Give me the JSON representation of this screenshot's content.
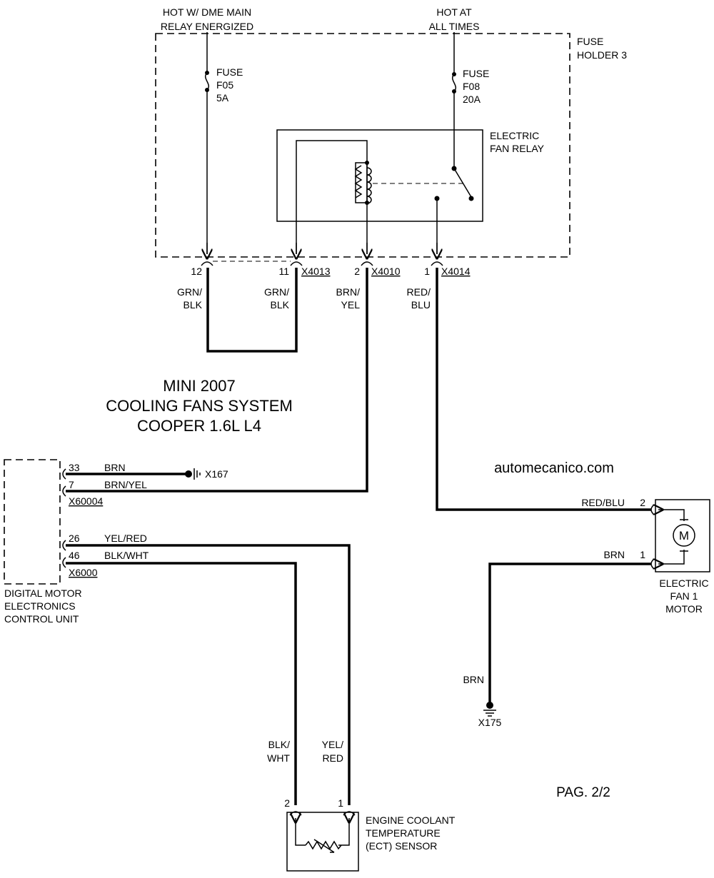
{
  "diagram": {
    "title_lines": [
      "MINI 2007",
      "COOLING FANS SYSTEM",
      "COOPER 1.6L L4"
    ],
    "website": "automecanico.com",
    "page_label": "PAG. 2/2",
    "power_left": [
      "HOT W/ DME MAIN",
      "RELAY ENERGIZED"
    ],
    "power_right": [
      "HOT AT",
      "ALL TIMES"
    ],
    "fuse_holder": [
      "FUSE",
      "HOLDER 3"
    ],
    "fuse_f05": [
      "FUSE",
      "F05",
      "5A"
    ],
    "fuse_f08": [
      "FUSE",
      "F08",
      "20A"
    ],
    "relay": [
      "ELECTRIC",
      "FAN RELAY"
    ],
    "connectors": {
      "pin12": "12",
      "pin11": "11",
      "pin2": "2",
      "pin1": "1",
      "x4013": "X4013",
      "x4010": "X4010",
      "x4014": "X4014"
    },
    "wires_top": {
      "w12": [
        "GRN/",
        "BLK"
      ],
      "w11": [
        "GRN/",
        "BLK"
      ],
      "w2": [
        "BRN/",
        "YEL"
      ],
      "w1": [
        "RED/",
        "BLU"
      ]
    },
    "ecu": {
      "label": [
        "DIGITAL MOTOR",
        "ELECTRONICS",
        "CONTROL UNIT"
      ],
      "pin33": "33",
      "w33": "BRN",
      "ground1": "X167",
      "pin7": "7",
      "w7": "BRN/YEL",
      "conn1": "X60004",
      "pin26": "26",
      "w26": "YEL/RED",
      "pin46": "46",
      "w46": "BLK/WHT",
      "conn2": "X6000"
    },
    "motor": {
      "pin2": "2",
      "w2": "RED/BLU",
      "pin1": "1",
      "w1": "BRN",
      "symbol": "M",
      "label": [
        "ELECTRIC",
        "FAN 1",
        "MOTOR"
      ],
      "ground_wire": "BRN",
      "ground": "X175"
    },
    "sensor": {
      "wire_left": [
        "BLK/",
        "WHT"
      ],
      "wire_right": [
        "YEL/",
        "RED"
      ],
      "pin2": "2",
      "pin1": "1",
      "label": [
        "ENGINE COOLANT",
        "TEMPERATURE",
        "(ECT) SENSOR"
      ]
    }
  }
}
